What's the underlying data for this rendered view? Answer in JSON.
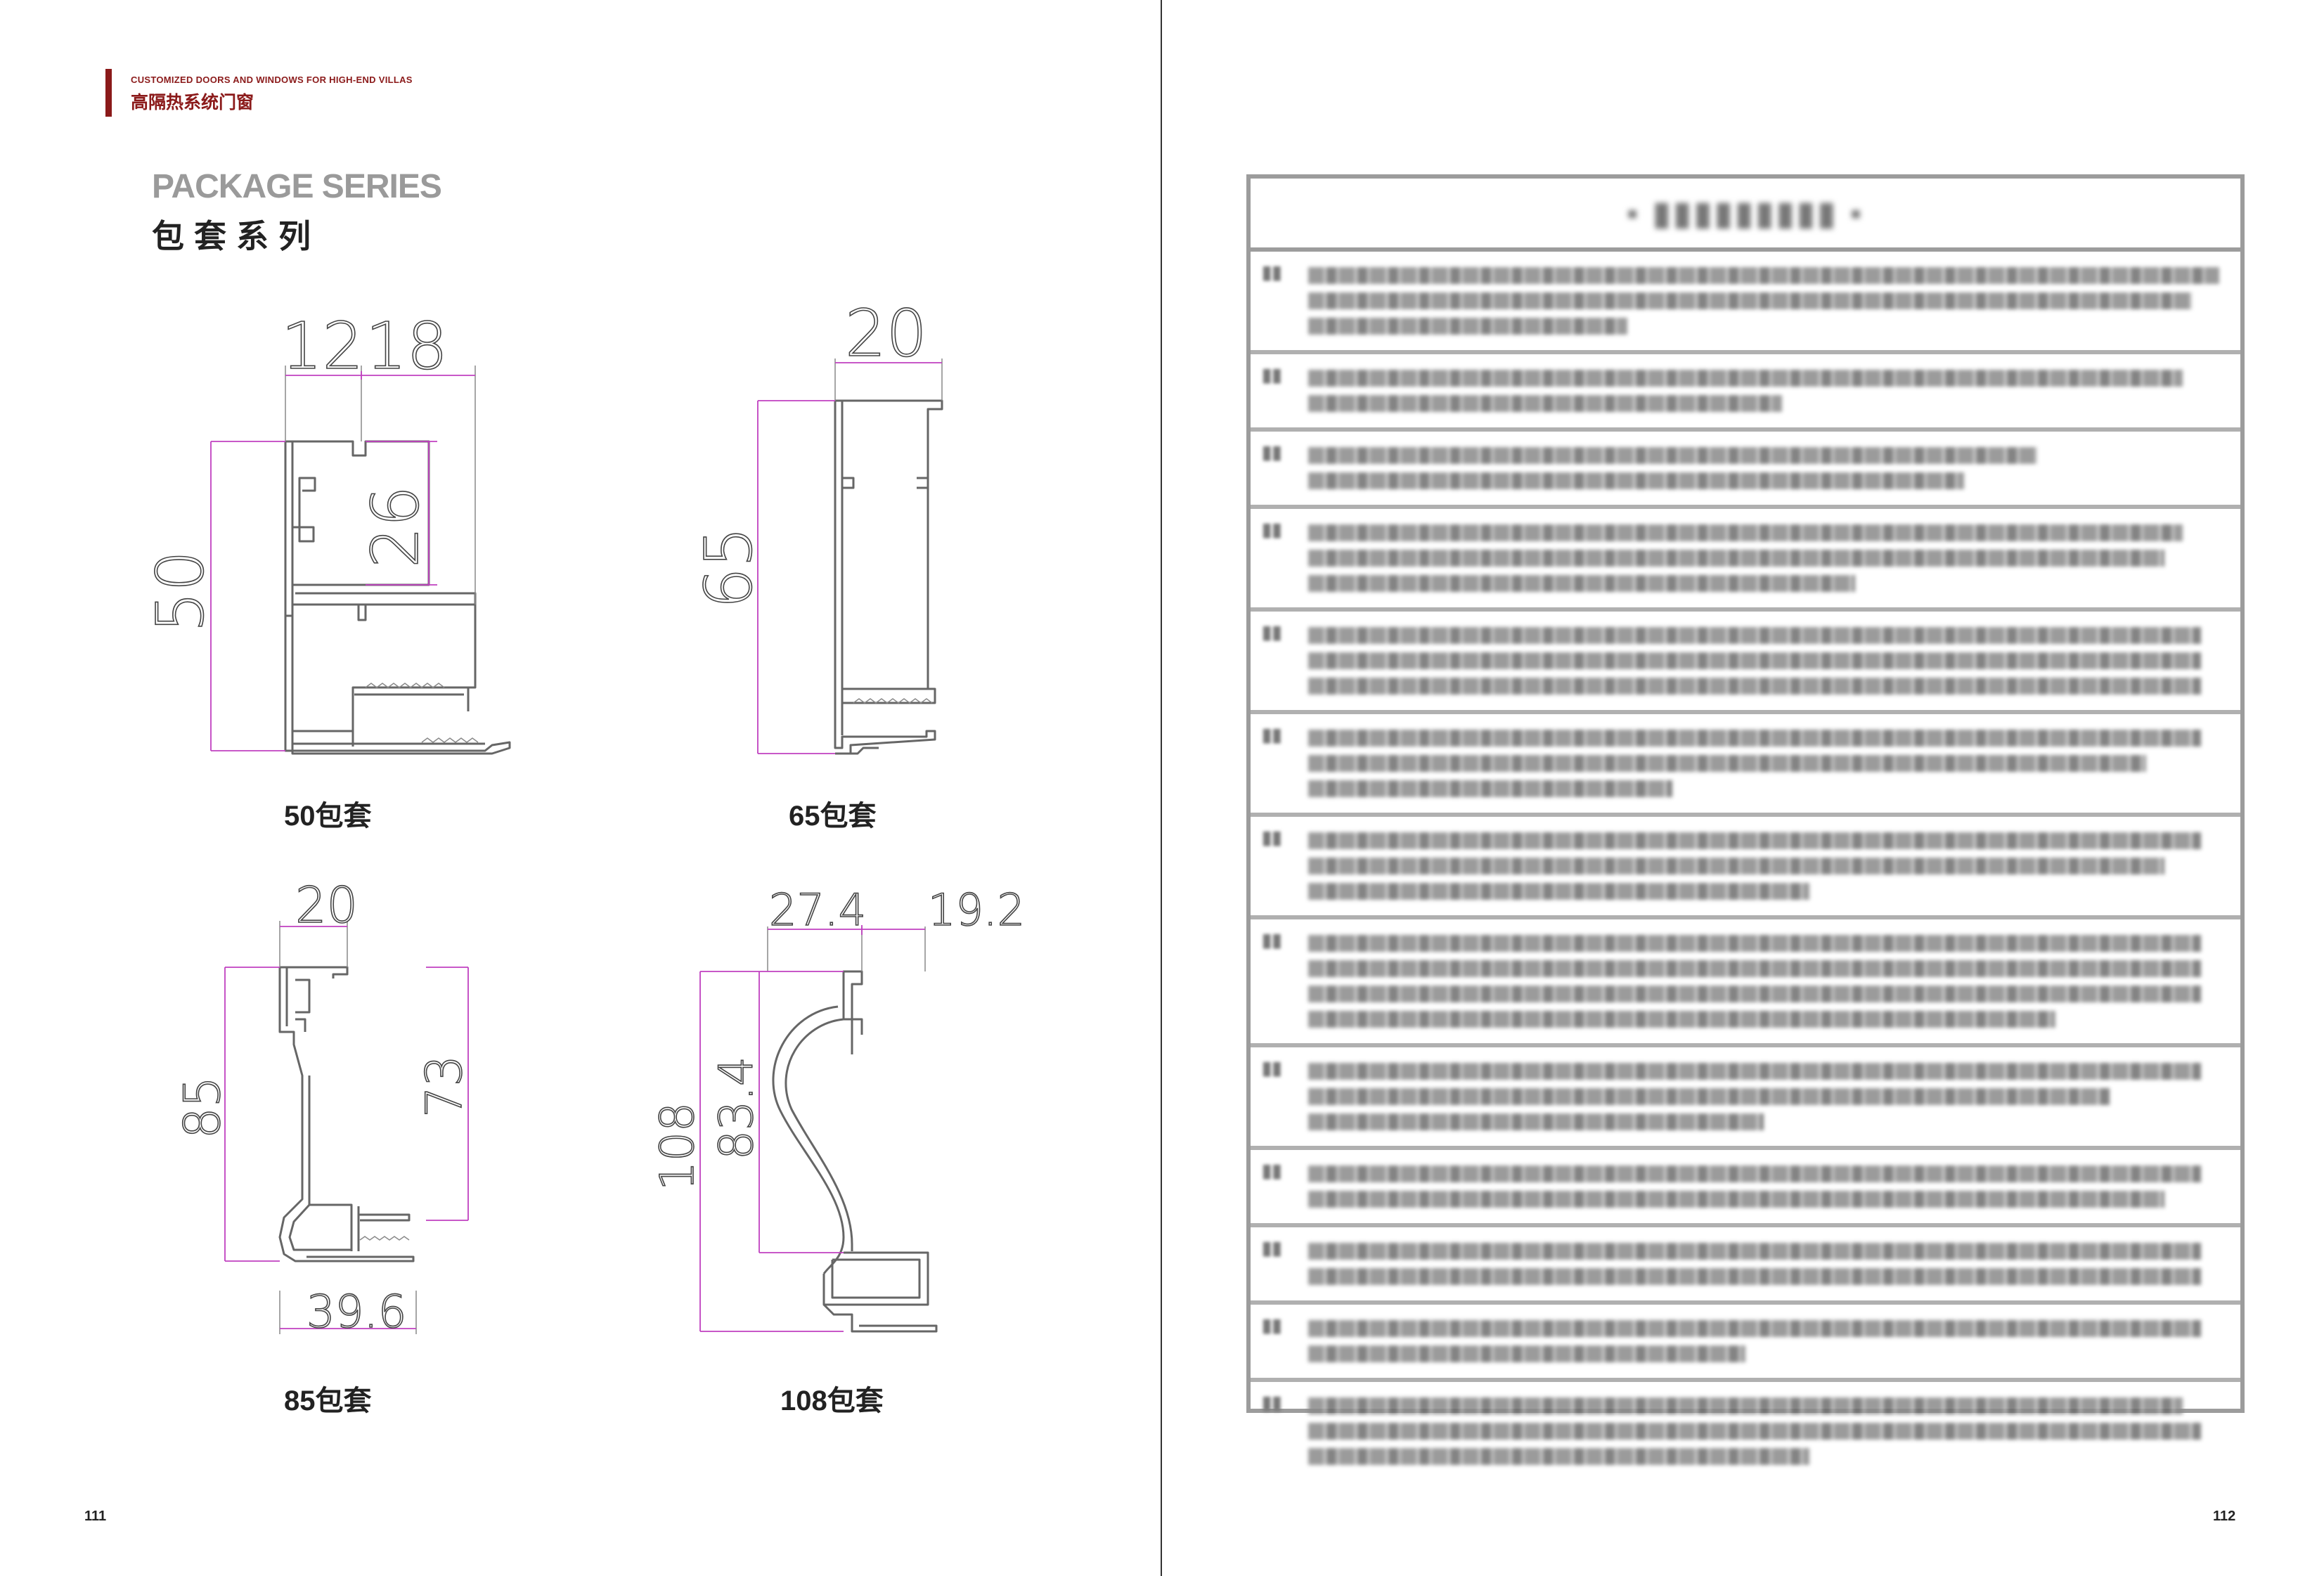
{
  "left_page": {
    "brand": {
      "tagline_en": "CUSTOMIZED DOORS AND WINDOWS FOR HIGH-END VILLAS",
      "tagline_cn": "高隔热系统门窗"
    },
    "title_en": "PACKAGE SERIES",
    "title_cn": "包套系列",
    "profiles": [
      {
        "caption": "50包套",
        "dims": [
          "12",
          "18",
          "26",
          "50"
        ]
      },
      {
        "caption": "65包套",
        "dims": [
          "20",
          "65"
        ]
      },
      {
        "caption": "85包套",
        "dims": [
          "20",
          "85",
          "73",
          "39.6"
        ]
      },
      {
        "caption": "108包套",
        "dims": [
          "27.4",
          "19.2",
          "83.4",
          "108"
        ]
      }
    ],
    "page_number": "111"
  },
  "right_page": {
    "page_number": "112",
    "table": {
      "rows": [
        {
          "lines": [
            1,
            0.97,
            0.35
          ]
        },
        {
          "lines": [
            0.96,
            0.52
          ]
        },
        {
          "lines": [
            0.8,
            0.72
          ]
        },
        {
          "lines": [
            0.96,
            0.94,
            0.6
          ]
        },
        {
          "lines": [
            0.98,
            0.98,
            0.98
          ]
        },
        {
          "lines": [
            0.98,
            0.92,
            0.4
          ]
        },
        {
          "lines": [
            0.98,
            0.94,
            0.55
          ]
        },
        {
          "lines": [
            0.98,
            0.98,
            0.98,
            0.82
          ]
        },
        {
          "lines": [
            0.98,
            0.88,
            0.5
          ]
        },
        {
          "lines": [
            0.98,
            0.94
          ]
        },
        {
          "lines": [
            0.98,
            0.98
          ]
        },
        {
          "lines": [
            0.98,
            0.48
          ]
        },
        {
          "lines": [
            0.96,
            0.98,
            0.55
          ]
        }
      ]
    }
  },
  "colors": {
    "brand_red": "#8b1a1a",
    "dimension_magenta": "#c040c0",
    "profile_gray": "#666666",
    "table_border": "#9c9c9c"
  }
}
